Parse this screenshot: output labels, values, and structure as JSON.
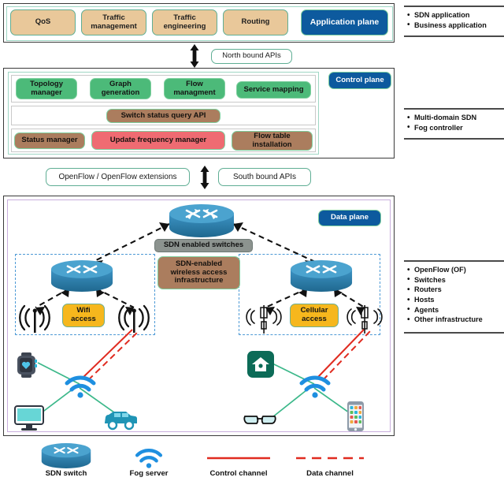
{
  "application_plane": {
    "badge": "Application plane",
    "boxes": [
      {
        "label": "QoS"
      },
      {
        "label": "Traffic\nmanagement"
      },
      {
        "label": "Traffic\nengineering"
      },
      {
        "label": "Routing"
      }
    ],
    "annotations": [
      "SDN application",
      "Business application"
    ]
  },
  "northbound": {
    "label": "North bound APIs",
    "arrow_icon": "double-vertical-arrow-icon"
  },
  "control_plane": {
    "badge": "Control plane",
    "row1": [
      {
        "label": "Topology\nmanager"
      },
      {
        "label": "Graph\ngeneration"
      },
      {
        "label": "Flow\nmanagment"
      },
      {
        "label": "Service mapping"
      }
    ],
    "row2": [
      {
        "label": "Switch status query API"
      }
    ],
    "row3": [
      {
        "label": "Status manager"
      },
      {
        "label": "Update frequency manager"
      },
      {
        "label": "Flow table\ninstallation"
      }
    ],
    "annotations": [
      "Multi-domain SDN",
      "Fog controller"
    ]
  },
  "southbound": {
    "openflow_label": "OpenFlow / OpenFlow extensions",
    "apis_label": "South bound APIs",
    "arrow_icon": "double-vertical-arrow-icon"
  },
  "data_plane": {
    "badge": "Data plane",
    "switches_label": "SDN enabled switches",
    "wireless_label": "SDN-enabled\nwireless access\ninfrastructure",
    "wifi_access_label": "Wifi\naccess",
    "cellular_access_label": "Cellular\naccess",
    "annotations": [
      "OpenFlow (OF)",
      "Switches",
      "Routers",
      "Hosts",
      "Agents",
      "Other infrastructure"
    ],
    "devices": [
      {
        "name": "smartwatch-icon"
      },
      {
        "name": "desktop-monitor-icon"
      },
      {
        "name": "car-icon"
      },
      {
        "name": "smart-home-icon"
      },
      {
        "name": "smart-glasses-icon"
      },
      {
        "name": "smartphone-icon"
      }
    ],
    "nodes": [
      {
        "name": "sdn-switch-core"
      },
      {
        "name": "sdn-switch-left"
      },
      {
        "name": "sdn-switch-right"
      },
      {
        "name": "wifi-antenna-left-1"
      },
      {
        "name": "wifi-antenna-left-2"
      },
      {
        "name": "cellular-tower-1"
      },
      {
        "name": "cellular-tower-2"
      },
      {
        "name": "fog-server-left"
      },
      {
        "name": "fog-server-right"
      }
    ]
  },
  "legend": {
    "items": [
      {
        "icon": "sdn-switch-icon",
        "label": "SDN switch"
      },
      {
        "icon": "fog-server-wifi-icon",
        "label": "Fog server"
      },
      {
        "icon": "solid-red-line-icon",
        "label": "Control channel"
      },
      {
        "icon": "dashed-red-line-icon",
        "label": "Data channel"
      }
    ]
  },
  "colors": {
    "tan": "#e9c89a",
    "green": "#4cba79",
    "brown": "#ab7d5e",
    "red": "#ef6b72",
    "blue_badge": "#0d5a9e",
    "gray": "#8c938f",
    "orange": "#f6b71d",
    "switch_blue": "#2b7fb5",
    "wifi_blue": "#1e8fe0",
    "link_green": "#3cb88a",
    "channel_red": "#e02b20",
    "dash_blue": "#4d9ad6",
    "teal_border": "#5fae94"
  }
}
